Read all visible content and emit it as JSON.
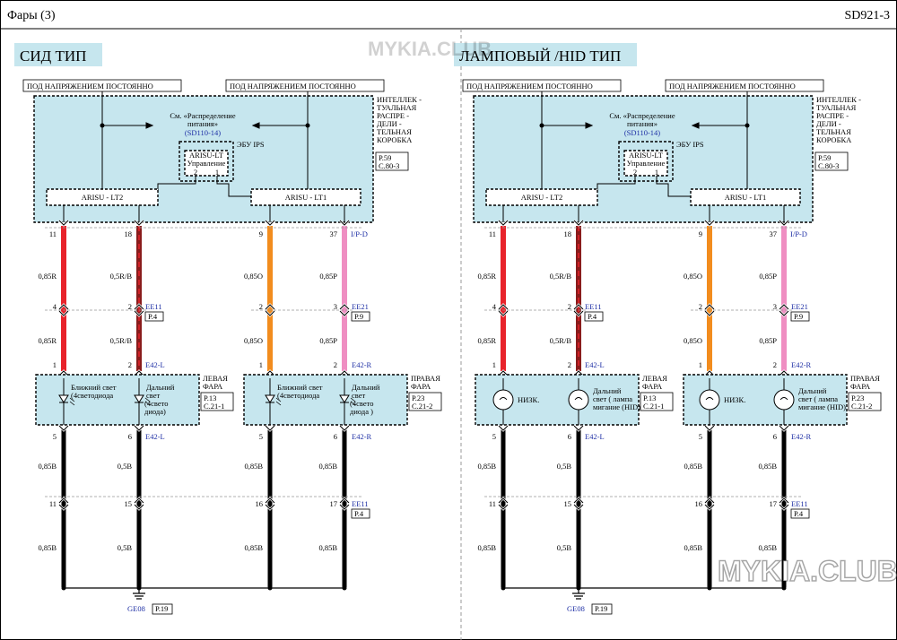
{
  "header": {
    "title": "Фары (3)",
    "page_code": "SD921-3"
  },
  "watermark": {
    "text": "MYKIA.CLUB"
  },
  "colors": {
    "box_fill": "#c6e6ee",
    "red": "#e8232b",
    "dark_red": "#8a1c1c",
    "orange": "#f28c1e",
    "pink": "#ef8ec2",
    "black": "#000000",
    "blue_text": "#1e2fa5"
  },
  "panels": [
    {
      "title": "СИД ТИП",
      "power_left": "ПОД НАПРЯЖЕНИЕМ  ПОСТОЯННО",
      "power_right": "ПОД НАПРЯЖЕНИЕМ  ПОСТОЯННО",
      "see_line1": "См. «Распределение",
      "see_line2": "питания»",
      "see_ref": "(SD110-14)",
      "ecu_label": "ЭБУ IPS",
      "arisu_lt_line1": "ARISU-LT",
      "arisu_lt_line2": "Управление",
      "arisu_pin_left": "2",
      "arisu_pin_right": "1",
      "arisu_lt2": "ARISU - LT2",
      "arisu_lt1": "ARISU - LT1",
      "smart_box": [
        "ИНТЕЛЛЕК -",
        "ТУАЛЬНАЯ",
        "РАСПРЕ  -",
        "ДЕЛИ -",
        "ТЕЛЬНАЯ",
        "КОРОБКА"
      ],
      "smart_ref": [
        "P.59",
        "C.80-3"
      ],
      "wires": [
        {
          "top_pin": "11",
          "mid_pin": "4",
          "bot_pin": "1",
          "gauge_top": "0,85R",
          "gauge_bot": "0,85R"
        },
        {
          "top_pin": "18",
          "mid_pin": "2",
          "bot_pin": "2",
          "gauge_top": "0,5R/B",
          "gauge_bot": "0,5R/B"
        },
        {
          "top_pin": "9",
          "mid_pin": "2",
          "bot_pin": "1",
          "gauge_top": "0,85O",
          "gauge_bot": "0,85O"
        },
        {
          "top_pin": "37",
          "mid_pin": "3",
          "bot_pin": "2",
          "gauge_top": "0,85P",
          "gauge_bot": "0,85P"
        }
      ],
      "ipd": "I/P-D",
      "conn_ee11": "EE11",
      "conn_ee11_ref": "P.4",
      "conn_ee21": "EE21",
      "conn_ee21_ref": "P.9",
      "conn_e42l": "E42-L",
      "conn_e42r": "E42-R",
      "left_lamp_label": [
        "ЛЕВАЯ",
        "ФАРА"
      ],
      "left_lamp_ref": [
        "P.13",
        "C.21-1"
      ],
      "right_lamp_label": [
        "ПРАВАЯ",
        "ФАРА"
      ],
      "right_lamp_ref": [
        "P.23",
        "C.21-2"
      ],
      "lamp_low": [
        "Ближний  свет",
        "(4светодиода"
      ],
      "lamp_high_left": [
        "Дальний",
        "свет",
        "(4свето",
        "диода)"
      ],
      "lamp_high_right": [
        "Дальний",
        "свет",
        "(4свето",
        "диода )"
      ],
      "lower": [
        {
          "pin_a": "5",
          "gauge_a": "0,85B",
          "pin_b": "11",
          "gauge_b": "0,85B"
        },
        {
          "pin_a": "6",
          "gauge_a": "0,5B",
          "pin_b": "15",
          "gauge_b": "0,5B"
        },
        {
          "pin_a": "5",
          "gauge_a": "0,85B",
          "pin_b": "16",
          "gauge_b": "0,85B"
        },
        {
          "pin_a": "6",
          "gauge_a": "0,85B",
          "pin_b": "17",
          "gauge_b": "0,85B"
        }
      ],
      "ground": "GE08",
      "ground_ref": "P.19"
    },
    {
      "title": "ЛАМПОВЫЙ /HID ТИП",
      "power_left": "ПОД НАПРЯЖЕНИЕМ  ПОСТОЯННО",
      "power_right": "ПОД НАПРЯЖЕНИЕМ  ПОСТОЯННО",
      "see_line1": "См. «Распределение",
      "see_line2": "питания»",
      "see_ref": "(SD110-14)",
      "ecu_label": "ЭБУ IPS",
      "arisu_lt_line1": "ARISU-LT",
      "arisu_lt_line2": "Управление",
      "arisu_pin_left": "2",
      "arisu_pin_right": "1",
      "arisu_lt2": "ARISU - LT2",
      "arisu_lt1": "ARISU - LT1",
      "smart_box": [
        "ИНТЕЛЛЕК -",
        "ТУАЛЬНАЯ",
        "РАСПРЕ  -",
        "ДЕЛИ -",
        "ТЕЛЬНАЯ",
        "КОРОБКА"
      ],
      "smart_ref": [
        "P.59",
        "C.80-3"
      ],
      "wires": [
        {
          "top_pin": "11",
          "mid_pin": "4",
          "bot_pin": "1",
          "gauge_top": "0,85R",
          "gauge_bot": "0,85R"
        },
        {
          "top_pin": "18",
          "mid_pin": "2",
          "bot_pin": "2",
          "gauge_top": "0,5R/B",
          "gauge_bot": "0,5R/B"
        },
        {
          "top_pin": "9",
          "mid_pin": "2",
          "bot_pin": "1",
          "gauge_top": "0,85O",
          "gauge_bot": "0,85O"
        },
        {
          "top_pin": "37",
          "mid_pin": "3",
          "bot_pin": "2",
          "gauge_top": "0,85P",
          "gauge_bot": "0,85P"
        }
      ],
      "ipd": "I/P-D",
      "conn_ee11": "EE11",
      "conn_ee11_ref": "P.4",
      "conn_ee21": "EE21",
      "conn_ee21_ref": "P.9",
      "conn_e42l": "E42-L",
      "conn_e42r": "E42-R",
      "left_lamp_label": [
        "ЛЕВАЯ",
        "ФАРА"
      ],
      "left_lamp_ref": [
        "P.13",
        "C.21-1"
      ],
      "right_lamp_label": [
        "ПРАВАЯ",
        "ФАРА"
      ],
      "right_lamp_ref": [
        "P.23",
        "C.21-2"
      ],
      "lamp_low": [
        "НИЗК."
      ],
      "lamp_high_left": [
        "Дальний",
        "свет ( лампа",
        "мигание (HID)"
      ],
      "lamp_high_right": [
        "Дальний",
        "свет ( лампа",
        "мигание (HID)"
      ],
      "lower": [
        {
          "pin_a": "5",
          "gauge_a": "0,85B",
          "pin_b": "11",
          "gauge_b": "0,85B"
        },
        {
          "pin_a": "6",
          "gauge_a": "0,5B",
          "pin_b": "15",
          "gauge_b": "0,5B"
        },
        {
          "pin_a": "5",
          "gauge_a": "0,85B",
          "pin_b": "16",
          "gauge_b": "0,85B"
        },
        {
          "pin_a": "6",
          "gauge_a": "0,85B",
          "pin_b": "17",
          "gauge_b": "0,85B"
        }
      ],
      "ground": "GE08",
      "ground_ref": "P.19"
    }
  ]
}
